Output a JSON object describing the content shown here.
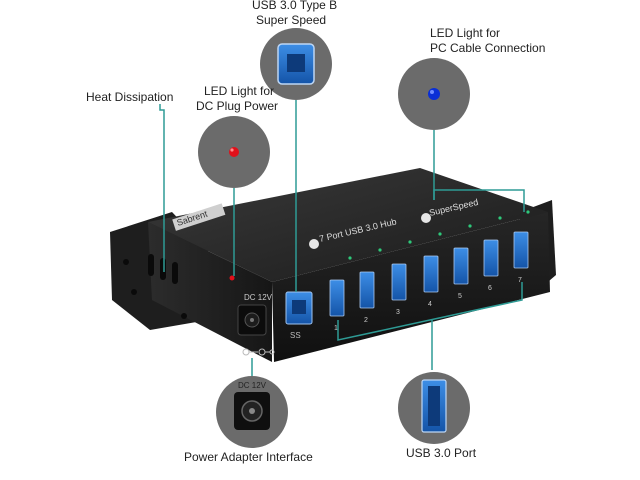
{
  "callouts": {
    "usb_type_b_line1": "USB 3.0 Type B",
    "usb_type_b_line2": "Super Speed",
    "led_pc_line1": "LED Light for",
    "led_pc_line2": "PC Cable Connection",
    "heat_dissipation": "Heat Dissipation",
    "led_dc_line1": "LED Light for",
    "led_dc_line2": "DC Plug Power",
    "power_adapter": "Power Adapter Interface",
    "usb_port": "USB 3.0 Port"
  },
  "device": {
    "brand": "Sabrent",
    "top_label_left": "7 Port USB 3.0 Hub",
    "top_label_right": "SuperSpeed",
    "dc_label": "DC 12V",
    "ss_logo": "SS",
    "port_numbers": [
      "1",
      "2",
      "3",
      "4",
      "5",
      "6",
      "7"
    ],
    "zoom_dc_label": "DC 12V"
  },
  "colors": {
    "accent_lead": "#2e9b95",
    "usb_blue": "#1f6fc9",
    "led_red": "#e0101a",
    "led_blue": "#0a2fd6",
    "body": "#1b1b1b"
  }
}
